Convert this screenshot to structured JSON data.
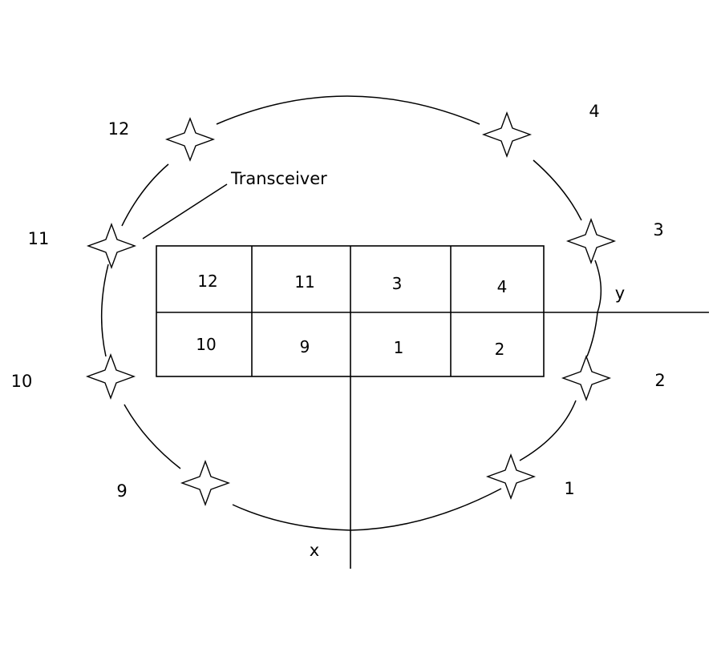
{
  "diagram": {
    "annotation": "Transceiver",
    "axis_x_label": "x",
    "axis_y_label": "y",
    "outer_labels": [
      "1",
      "2",
      "3",
      "4",
      "9",
      "10",
      "11",
      "12"
    ],
    "grid_top_row": [
      "12",
      "11",
      "3",
      "4"
    ],
    "grid_bottom_row": [
      "10",
      "9",
      "1",
      "2"
    ]
  }
}
